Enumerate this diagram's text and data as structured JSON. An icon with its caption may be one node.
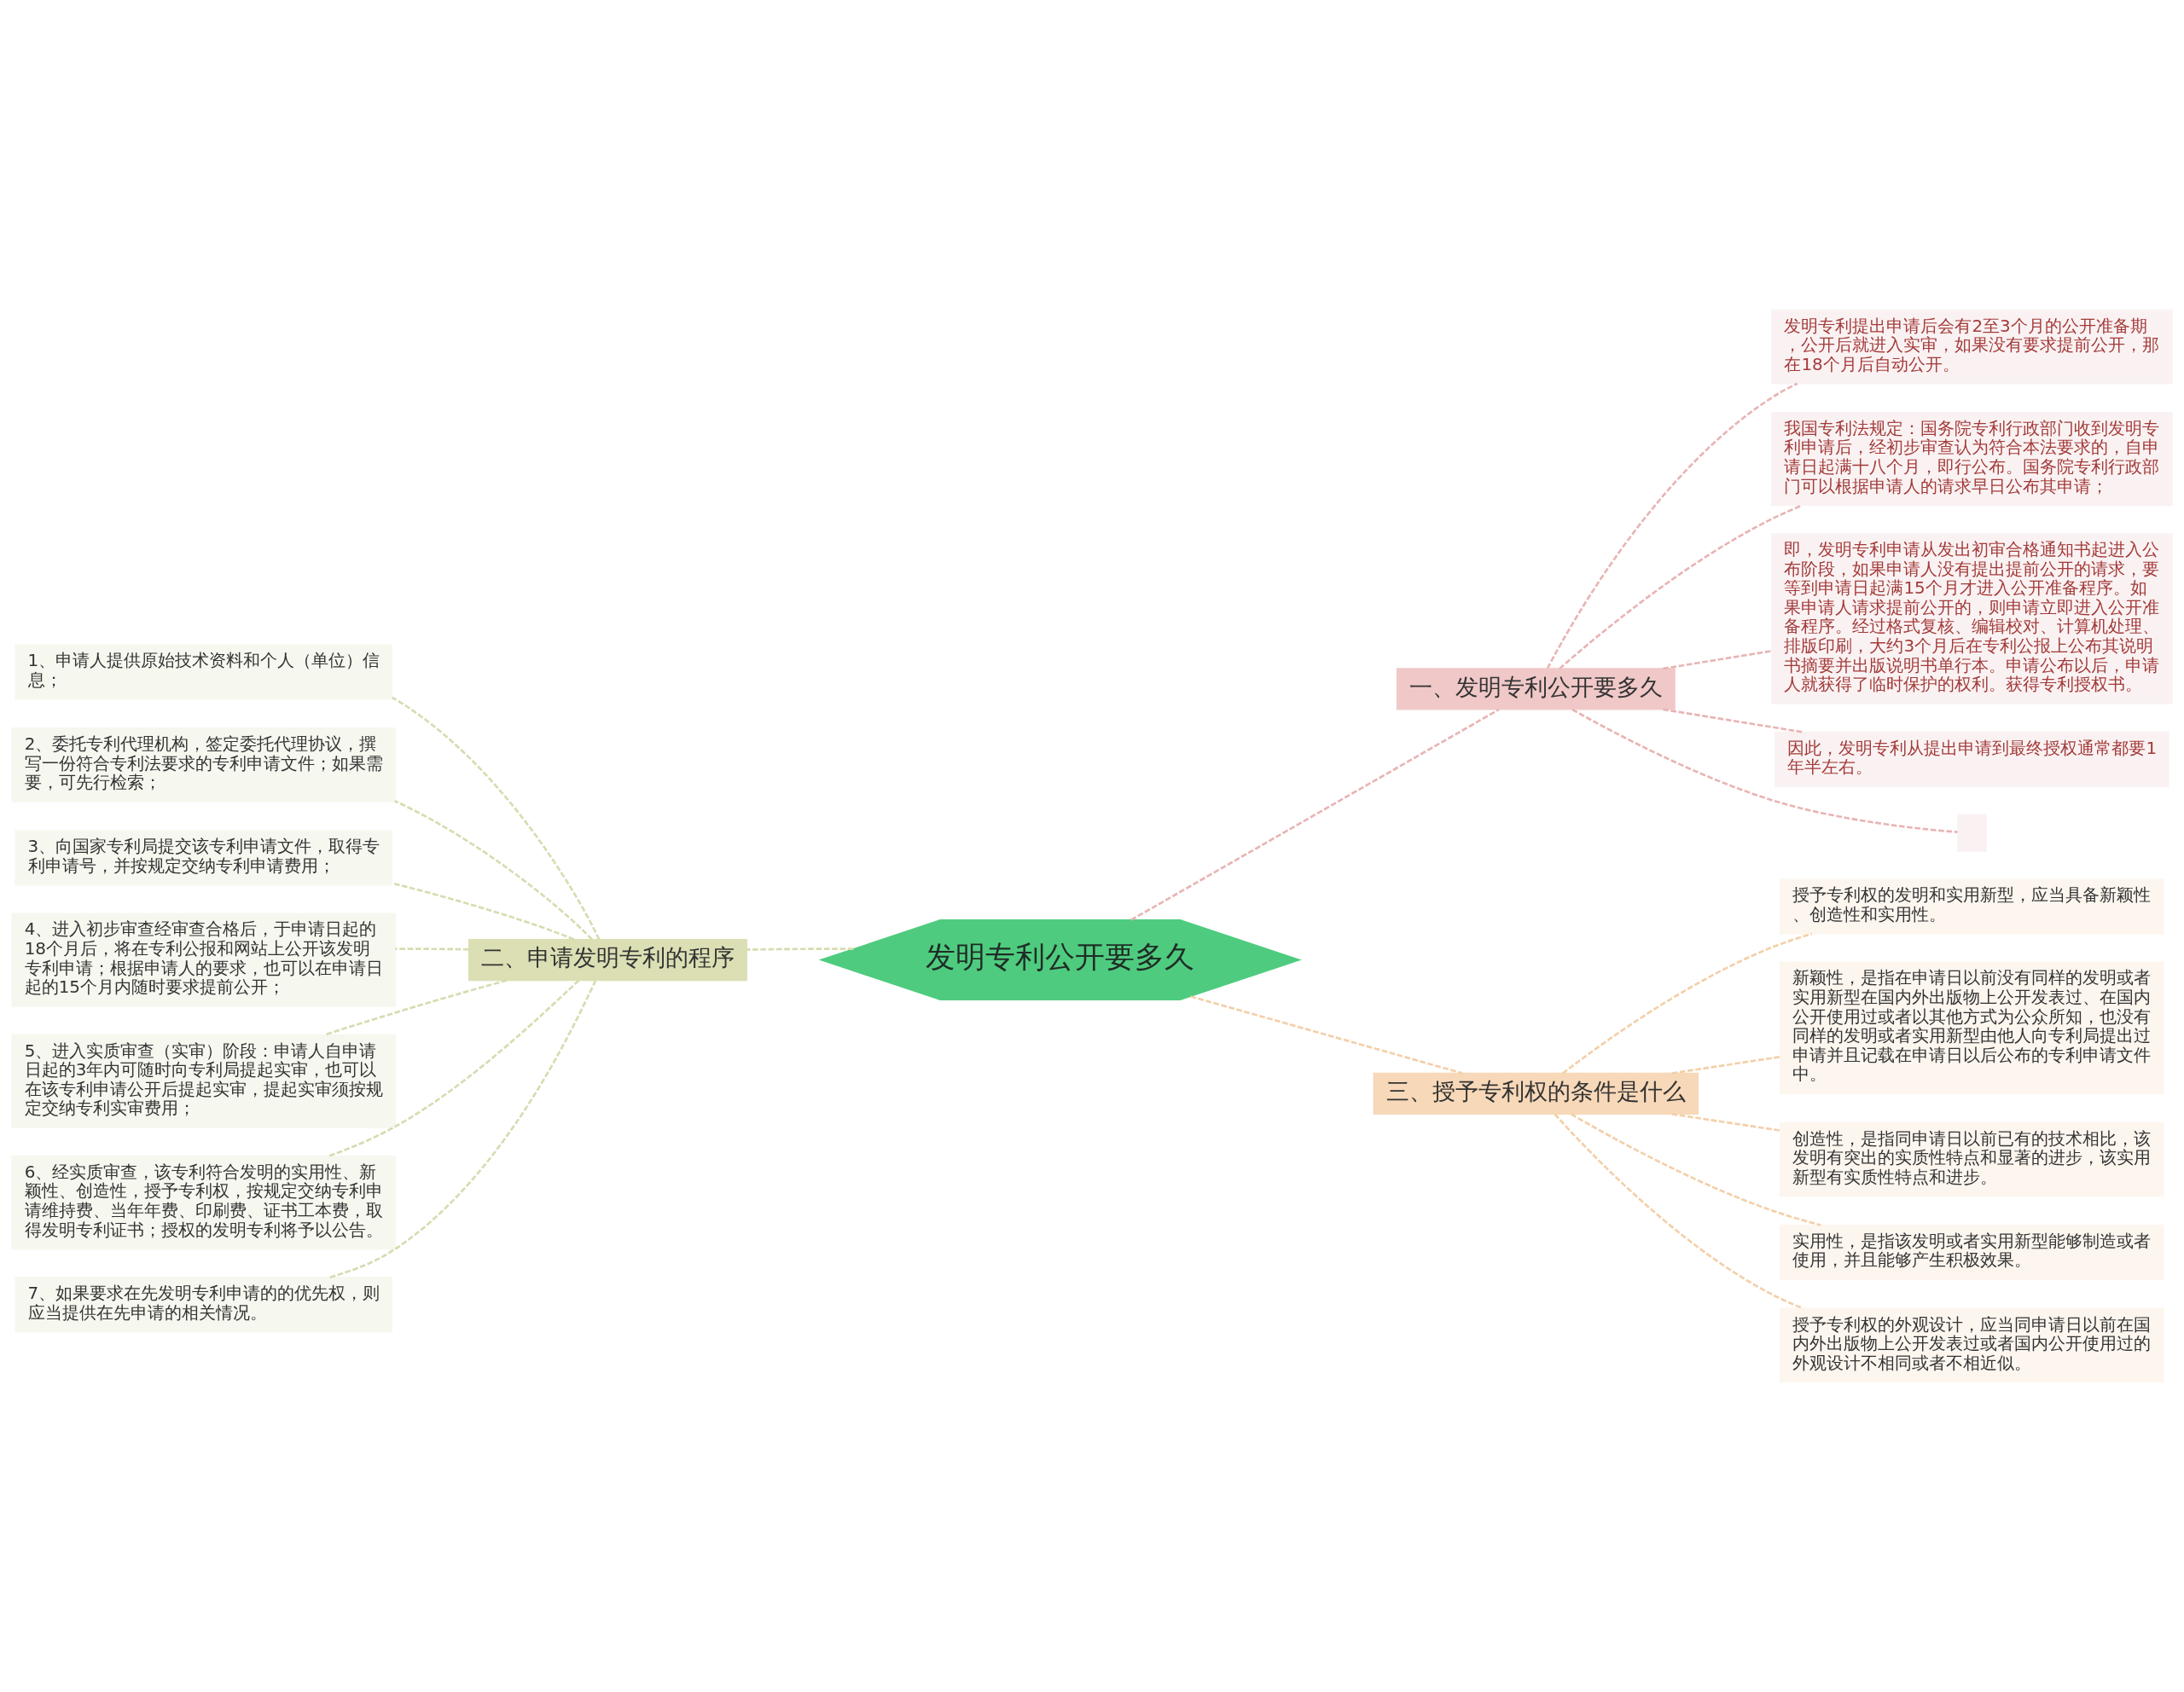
{
  "diagram": {
    "nodes": [
      {
        "text": [
          "发明专利公开要多久"
        ]
      },
      {
        "text": [
          "一、发明专利公开要多久"
        ]
      },
      {
        "text": [
          "发明专利提出申请后会有2至3个月的公开准备期，公开后就进入实审，如果没有要求提前公开，那在18个月后自动公开。"
        ]
      },
      {
        "text": [
          "我国专利法规定：国务院专利行政部门收到发明专利申请后，经初步审查认为符合本法要求的，自申请日起满十八个月，即行公布。国务院专利行政部门可以根据申请人的请求早日公布其申请；"
        ]
      },
      {
        "text": [
          "即，发明专利申请从发出初审合格通知书起进入公布阶段，如果申请人没有提出提前公开的请求，要等到申请日起满15个月才进入公开准备程序。如果申请人请求提前公开的，则申请立即进入公开准备程序。经过格式复核、编辑校对、计算机处理、排版印刷，大约3个月后在专利公报上公布其说明书摘要并出版说明书单行本。申请公布以后，申请人就获得了临时保护的权利。获得专利授权书。"
        ]
      },
      {
        "text": [
          "因此，发明专利从提出申请到最终授权通常都要1年半左右。"
        ]
      },
      {
        "text": [],
        "shape": "box"
      },
      {
        "text": [
          "二、申请发明专利的程序"
        ]
      },
      {
        "text": [
          "1、申请人提供原始技术资料和个人（单位）信息；"
        ]
      },
      {
        "text": [
          "2、委托专利代理机构，签定委托代理协议，撰写一份符合专利法要求的专利申请文件；如果需要，可先行检索；"
        ]
      },
      {
        "text": [
          "3、向国家专利局提交该专利申请文件，取得专利申请号，并按规定交纳专利申请费用；"
        ]
      },
      {
        "text": [
          "4、进入初步审查经审查合格后，于申请日起的18个月后，将在专利公报和网站上公开该发明专利申请；根据申请人的要求，也可以在申请日起的15个月内随时要求提前公开；"
        ]
      },
      {
        "text": [
          "5、进入实质审查（实审）阶段：申请人自申请日起的3年内可随时向专利局提起实审，也可以在该专利申请公开后提起实审，提起实审须按规定交纳专利实审费用；"
        ]
      },
      {
        "text": [
          "6、经实质审查，该专利符合发明的实用性、新颖性、创造性，授予专利权，按规定交纳专利申请维持费、当年年费、印刷费、证书工本费，取得发明专利证书；授权的发明专利将予以公告。"
        ]
      },
      {
        "text": [
          "7、如果要求在先发明专利申请的的优先权，则应当提供在先申请的相关情况。"
        ]
      },
      {
        "text": [
          "三、授予专利权的条件是什么"
        ]
      },
      {
        "text": [
          "授予专利权的发明和实用新型，应当具备新颖性、创造性和实用性。"
        ]
      },
      {
        "text": [
          "新颖性，是指在申请日以前没有同样的发明或者实用新型在国内外出版物上公开发表过、在国内公开使用过或者以其他方式为公众所知，也没有同样的发明或者实用新型由他人向专利局提出过申请并且记载在申请日以后公布的专利申请文件中。"
        ]
      },
      {
        "text": [
          "创造性，是指同申请日以前已有的技术相比，该发明有突出的实质性特点和显著的进步，该实用新型有实质性特点和进步。"
        ]
      },
      {
        "text": [
          "实用性，是指该发明或者实用新型能够制造或者使用，并且能够产生积极效果。"
        ]
      },
      {
        "text": [
          "授予专利权的外观设计，应当同申请日以前在国内外出版物上公开发表过或者国内公开使用过的外观设计不相同或者不相近似。"
        ]
      }
    ],
    "edges": [
      {
        "from": 0,
        "to": 1,
        "arrow": "none",
        "style": "dashed",
        "color": "#e8b4b4"
      },
      {
        "from": 1,
        "to": 2,
        "arrow": "none",
        "style": "dashed",
        "color": "#e8b4b4"
      },
      {
        "from": 1,
        "to": 3,
        "arrow": "none",
        "style": "dashed",
        "color": "#e8b4b4"
      },
      {
        "from": 1,
        "to": 4,
        "arrow": "none",
        "style": "dashed",
        "color": "#e8b4b4"
      },
      {
        "from": 1,
        "to": 5,
        "arrow": "none",
        "style": "dashed",
        "color": "#e8b4b4"
      },
      {
        "from": 1,
        "to": 6,
        "arrow": "none",
        "style": "dashed",
        "color": "#e8b4b4"
      },
      {
        "from": 0,
        "to": 7,
        "arrow": "none",
        "style": "dashed",
        "color": "#d8dbb0"
      },
      {
        "from": 7,
        "to": 8,
        "arrow": "none",
        "style": "dashed",
        "color": "#d8dbb0"
      },
      {
        "from": 7,
        "to": 9,
        "arrow": "none",
        "style": "dashed",
        "color": "#d8dbb0"
      },
      {
        "from": 7,
        "to": 10,
        "arrow": "none",
        "style": "dashed",
        "color": "#d8dbb0"
      },
      {
        "from": 7,
        "to": 11,
        "arrow": "none",
        "style": "dashed",
        "color": "#d8dbb0"
      },
      {
        "from": 7,
        "to": 12,
        "arrow": "none",
        "style": "dashed",
        "color": "#d8dbb0"
      },
      {
        "from": 7,
        "to": 13,
        "arrow": "none",
        "style": "dashed",
        "color": "#d8dbb0"
      },
      {
        "from": 7,
        "to": 14,
        "arrow": "none",
        "style": "dashed",
        "color": "#d8dbb0"
      },
      {
        "from": 0,
        "to": 15,
        "arrow": "none",
        "style": "dashed",
        "color": "#f3cfa9"
      },
      {
        "from": 15,
        "to": 16,
        "arrow": "none",
        "style": "dashed",
        "color": "#f3cfa9"
      },
      {
        "from": 15,
        "to": 17,
        "arrow": "none",
        "style": "dashed",
        "color": "#f3cfa9"
      },
      {
        "from": 15,
        "to": 18,
        "arrow": "none",
        "style": "dashed",
        "color": "#f3cfa9"
      },
      {
        "from": 15,
        "to": 19,
        "arrow": "none",
        "style": "dashed",
        "color": "#f3cfa9"
      },
      {
        "from": 15,
        "to": 20,
        "arrow": "none",
        "style": "dashed",
        "color": "#f3cfa9"
      }
    ]
  }
}
